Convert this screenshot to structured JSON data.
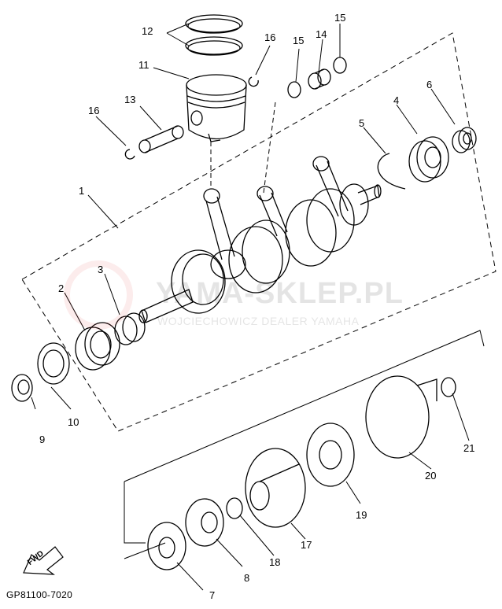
{
  "diagram_code": "GP81100-7020",
  "watermark": {
    "brand": "YAMA-SKLEP.PL",
    "dealer": "WOJCIECHOWICZ DEALER YAMAHA"
  },
  "fwd_badge": "FWD",
  "callouts": [
    {
      "id": "c1",
      "text": "1"
    },
    {
      "id": "c2",
      "text": "2"
    },
    {
      "id": "c3",
      "text": "3"
    },
    {
      "id": "c4",
      "text": "4"
    },
    {
      "id": "c5",
      "text": "5"
    },
    {
      "id": "c6",
      "text": "6"
    },
    {
      "id": "c7",
      "text": "7"
    },
    {
      "id": "c8",
      "text": "8"
    },
    {
      "id": "c9",
      "text": "9"
    },
    {
      "id": "c10",
      "text": "10"
    },
    {
      "id": "c11",
      "text": "11"
    },
    {
      "id": "c12",
      "text": "12"
    },
    {
      "id": "c13",
      "text": "13"
    },
    {
      "id": "c14",
      "text": "14"
    },
    {
      "id": "c15a",
      "text": "15"
    },
    {
      "id": "c15b",
      "text": "15"
    },
    {
      "id": "c16a",
      "text": "16"
    },
    {
      "id": "c16b",
      "text": "16"
    },
    {
      "id": "c17",
      "text": "17"
    },
    {
      "id": "c18",
      "text": "18"
    },
    {
      "id": "c19",
      "text": "19"
    },
    {
      "id": "c20",
      "text": "20"
    },
    {
      "id": "c21",
      "text": "21"
    }
  ]
}
